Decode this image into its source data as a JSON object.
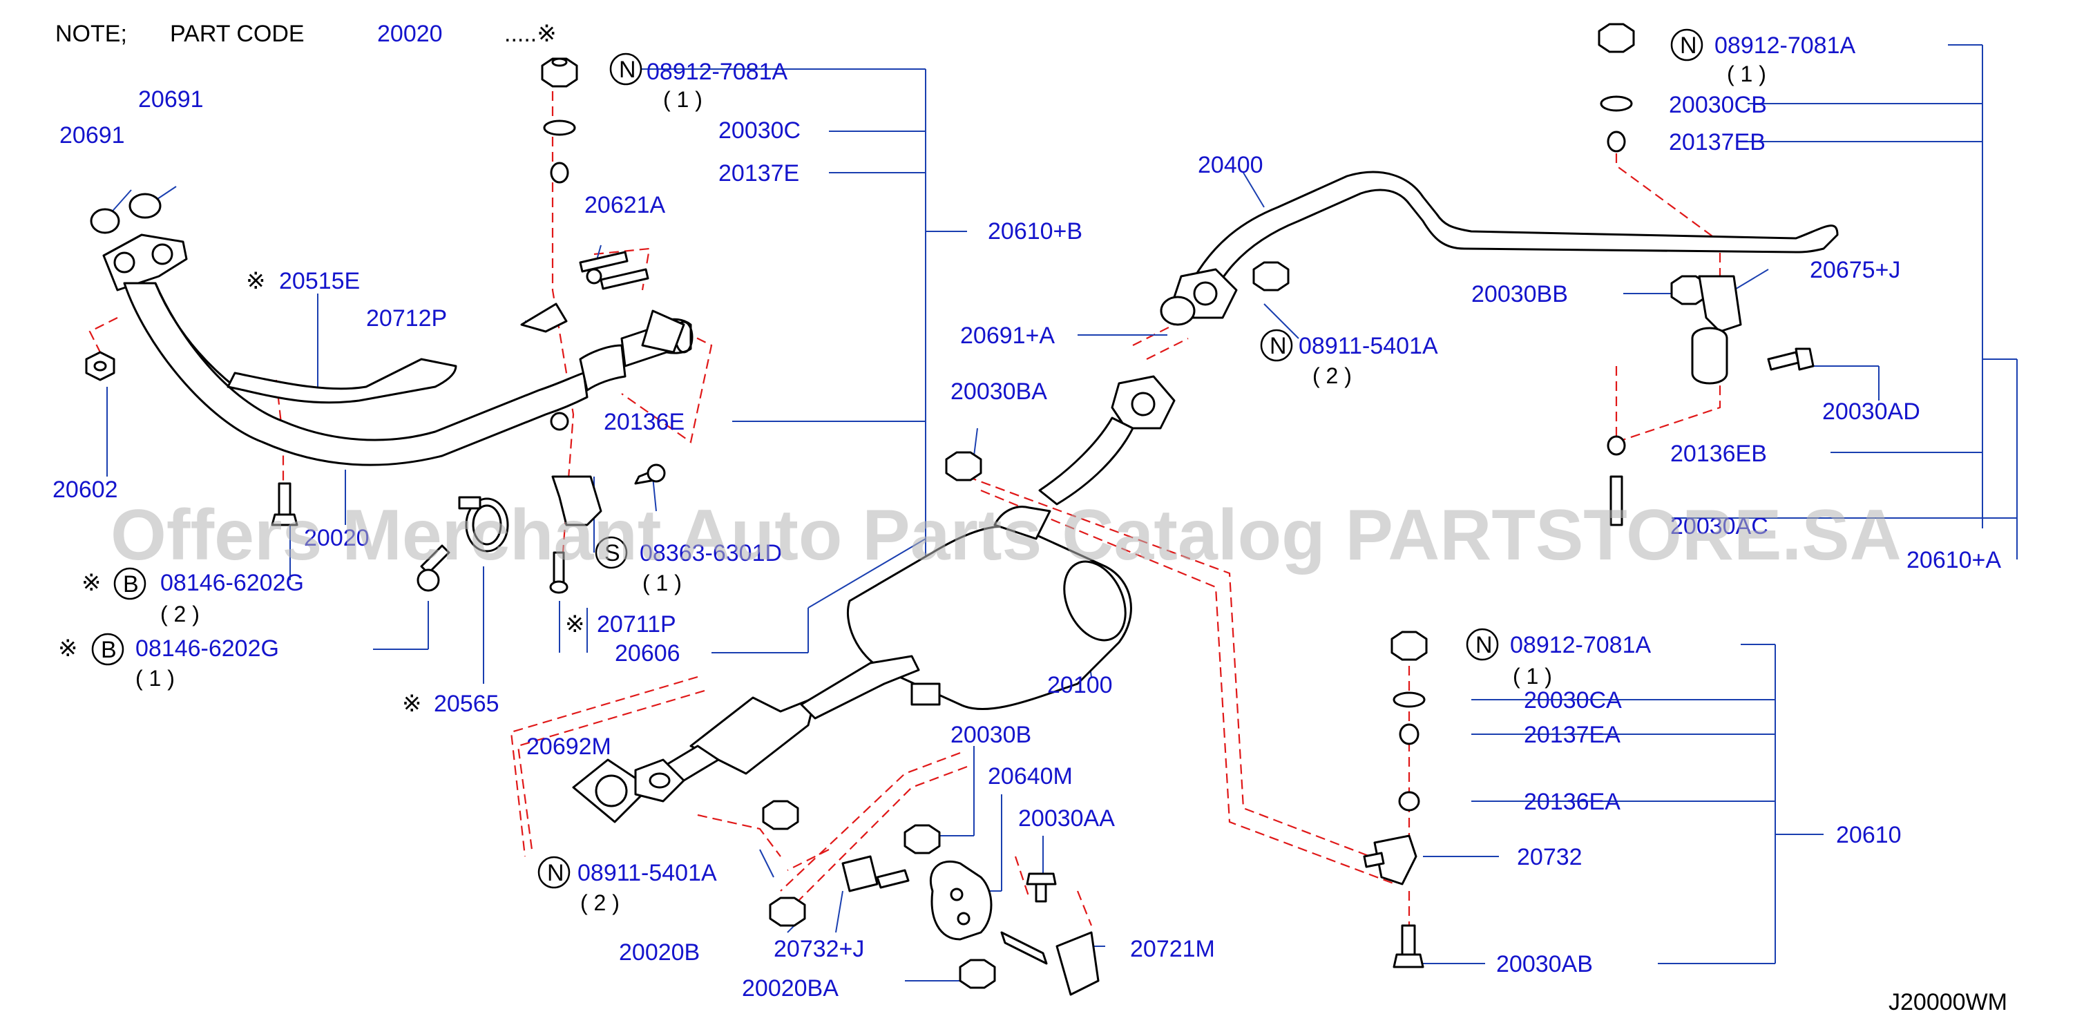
{
  "note": {
    "prefix": "NOTE;",
    "part_code_label": "PART   CODE",
    "part_code": "20020",
    "suffix": ".....※"
  },
  "watermark": "Offers Merchant Auto Parts Catalog PARTSTORE.SA",
  "diagram_code": "J20000WM",
  "labels": {
    "p20691_a": "20691",
    "p20691_b": "20691",
    "p20602": "20602",
    "p20515e": "20515E",
    "p20712p": "20712P",
    "p20621a": "20621A",
    "p20020": "20020",
    "p08146_a": "08146-6202G",
    "p08146_a_qty": "( 2 )",
    "p08146_b": "08146-6202G",
    "p08146_b_qty": "( 1 )",
    "p20565": "20565",
    "p08912_a": "08912-7081A",
    "p08912_a_qty": "( 1 )",
    "p20030c": "20030C",
    "p20137e": "20137E",
    "p20610b": "20610+B",
    "p20136e": "20136E",
    "p08363": "08363-6301D",
    "p08363_qty": "( 1 )",
    "p20711p": "20711P",
    "p20606": "20606",
    "p20692m": "20692M",
    "p08911_a": "08911-5401A",
    "p08911_a_qty": "( 2 )",
    "p20400": "20400",
    "p20691a": "20691+A",
    "p08911_b": "08911-5401A",
    "p08911_b_qty": "( 2 )",
    "p20030ba": "20030BA",
    "p20100": "20100",
    "p20030b": "20030B",
    "p20640m": "20640M",
    "p20030aa": "20030AA",
    "p20020b": "20020B",
    "p20732j": "20732+J",
    "p20020ba": "20020BA",
    "p20721m": "20721M",
    "p08912_b": "08912-7081A",
    "p08912_b_qty": "( 1 )",
    "p20030cb": "20030CB",
    "p20137eb": "20137EB",
    "p20030bb": "20030BB",
    "p20675j": "20675+J",
    "p20030ad": "20030AD",
    "p20136eb": "20136EB",
    "p20030ac": "20030AC",
    "p20610a": "20610+A",
    "p08912_c": "08912-7081A",
    "p08912_c_qty": "( 1 )",
    "p20030ca": "20030CA",
    "p20137ea": "20137EA",
    "p20136ea": "20136EA",
    "p20732": "20732",
    "p20610": "20610",
    "p20030ab": "20030AB"
  },
  "markers": {
    "reference_mark": "※",
    "bolt_B": "B",
    "nut_N": "N",
    "stud_S": "S"
  },
  "colors": {
    "label": "#1414cc",
    "leader": "#1a3fb0",
    "dashed": "#e01818",
    "outline": "#000000"
  }
}
